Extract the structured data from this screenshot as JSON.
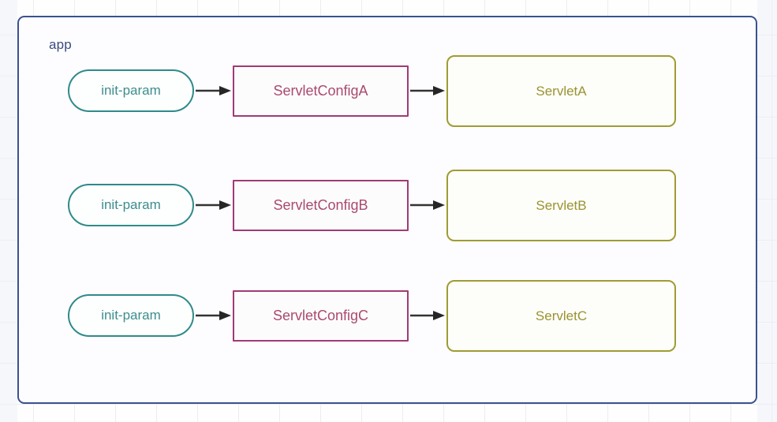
{
  "diagram": {
    "container": {
      "label": "app",
      "border_color": "#3b5191",
      "label_color": "#3b4a80"
    },
    "colors": {
      "pill_border": "#2f8a8a",
      "pill_text": "#3e8d8d",
      "config_border": "#a03a75",
      "config_text": "#a94a6f",
      "servlet_border": "#a09c32",
      "servlet_text": "#9a9330",
      "arrow": "#333333",
      "grid_line": "#ededf0",
      "background": "#fefefe"
    },
    "rows": [
      {
        "param": "init-param",
        "config": "ServletConfigA",
        "servlet": "ServletA"
      },
      {
        "param": "init-param",
        "config": "ServletConfigB",
        "servlet": "ServletB"
      },
      {
        "param": "init-param",
        "config": "ServletConfigC",
        "servlet": "ServletC"
      }
    ],
    "edges": [
      {
        "from": "init-param",
        "to": "ServletConfigA",
        "style": "solid-arrow"
      },
      {
        "from": "ServletConfigA",
        "to": "ServletA",
        "style": "solid-arrow"
      },
      {
        "from": "init-param",
        "to": "ServletConfigB",
        "style": "solid-arrow"
      },
      {
        "from": "ServletConfigB",
        "to": "ServletB",
        "style": "solid-arrow"
      },
      {
        "from": "init-param",
        "to": "ServletConfigC",
        "style": "solid-arrow"
      },
      {
        "from": "ServletConfigC",
        "to": "ServletC",
        "style": "solid-arrow"
      }
    ]
  }
}
